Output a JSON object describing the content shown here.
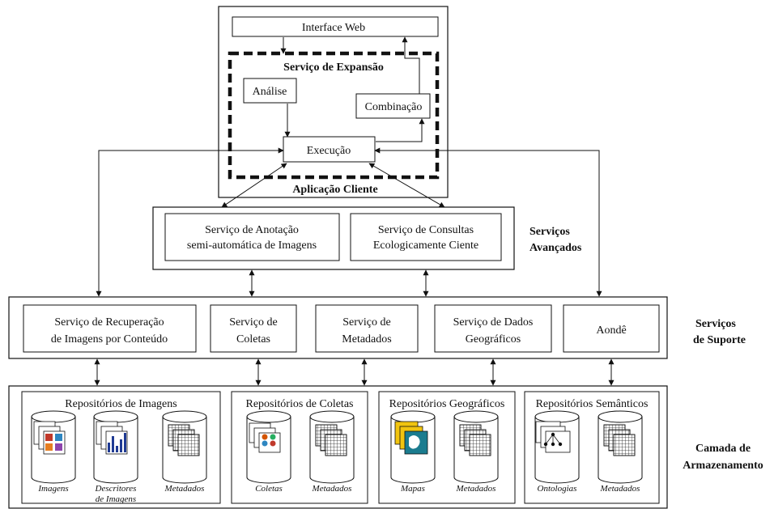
{
  "client_app": {
    "interface_web": "Interface Web",
    "expansion_title": "Serviço de Expansão",
    "analise": "Análise",
    "combinacao": "Combinação",
    "execucao": "Execução",
    "app_label": "Aplicação Cliente"
  },
  "advanced": {
    "box1": [
      "Serviço de Anotação",
      "semi-automática de Imagens"
    ],
    "box2": [
      "Serviço de Consultas",
      "Ecologicamente Ciente"
    ],
    "label": [
      "Serviços",
      "Avançados"
    ]
  },
  "support": {
    "boxes": [
      [
        "Serviço de Recuperação",
        "de Imagens por Conteúdo"
      ],
      [
        "Serviço de",
        "Coletas"
      ],
      [
        "Serviço de",
        "Metadados"
      ],
      [
        "Serviço de Dados",
        "Geográficos"
      ],
      [
        "Aondê"
      ]
    ],
    "label": [
      "Serviços",
      "de Suporte"
    ]
  },
  "storage": {
    "label": [
      "Camada de",
      "Armazenamento"
    ],
    "groups": [
      {
        "title": "Repositórios de Imagens",
        "items": [
          [
            "Imagens"
          ],
          [
            "Descritores",
            "de Imagens"
          ],
          [
            "Metadados"
          ]
        ]
      },
      {
        "title": "Repositórios de Coletas",
        "items": [
          [
            "Coletas"
          ],
          [
            "Metadados"
          ]
        ]
      },
      {
        "title": "Repositórios Geográficos",
        "items": [
          [
            "Mapas"
          ],
          [
            "Metadados"
          ]
        ]
      },
      {
        "title": "Repositórios Semânticos",
        "items": [
          [
            "Ontologias"
          ],
          [
            "Metadados"
          ]
        ]
      }
    ]
  }
}
